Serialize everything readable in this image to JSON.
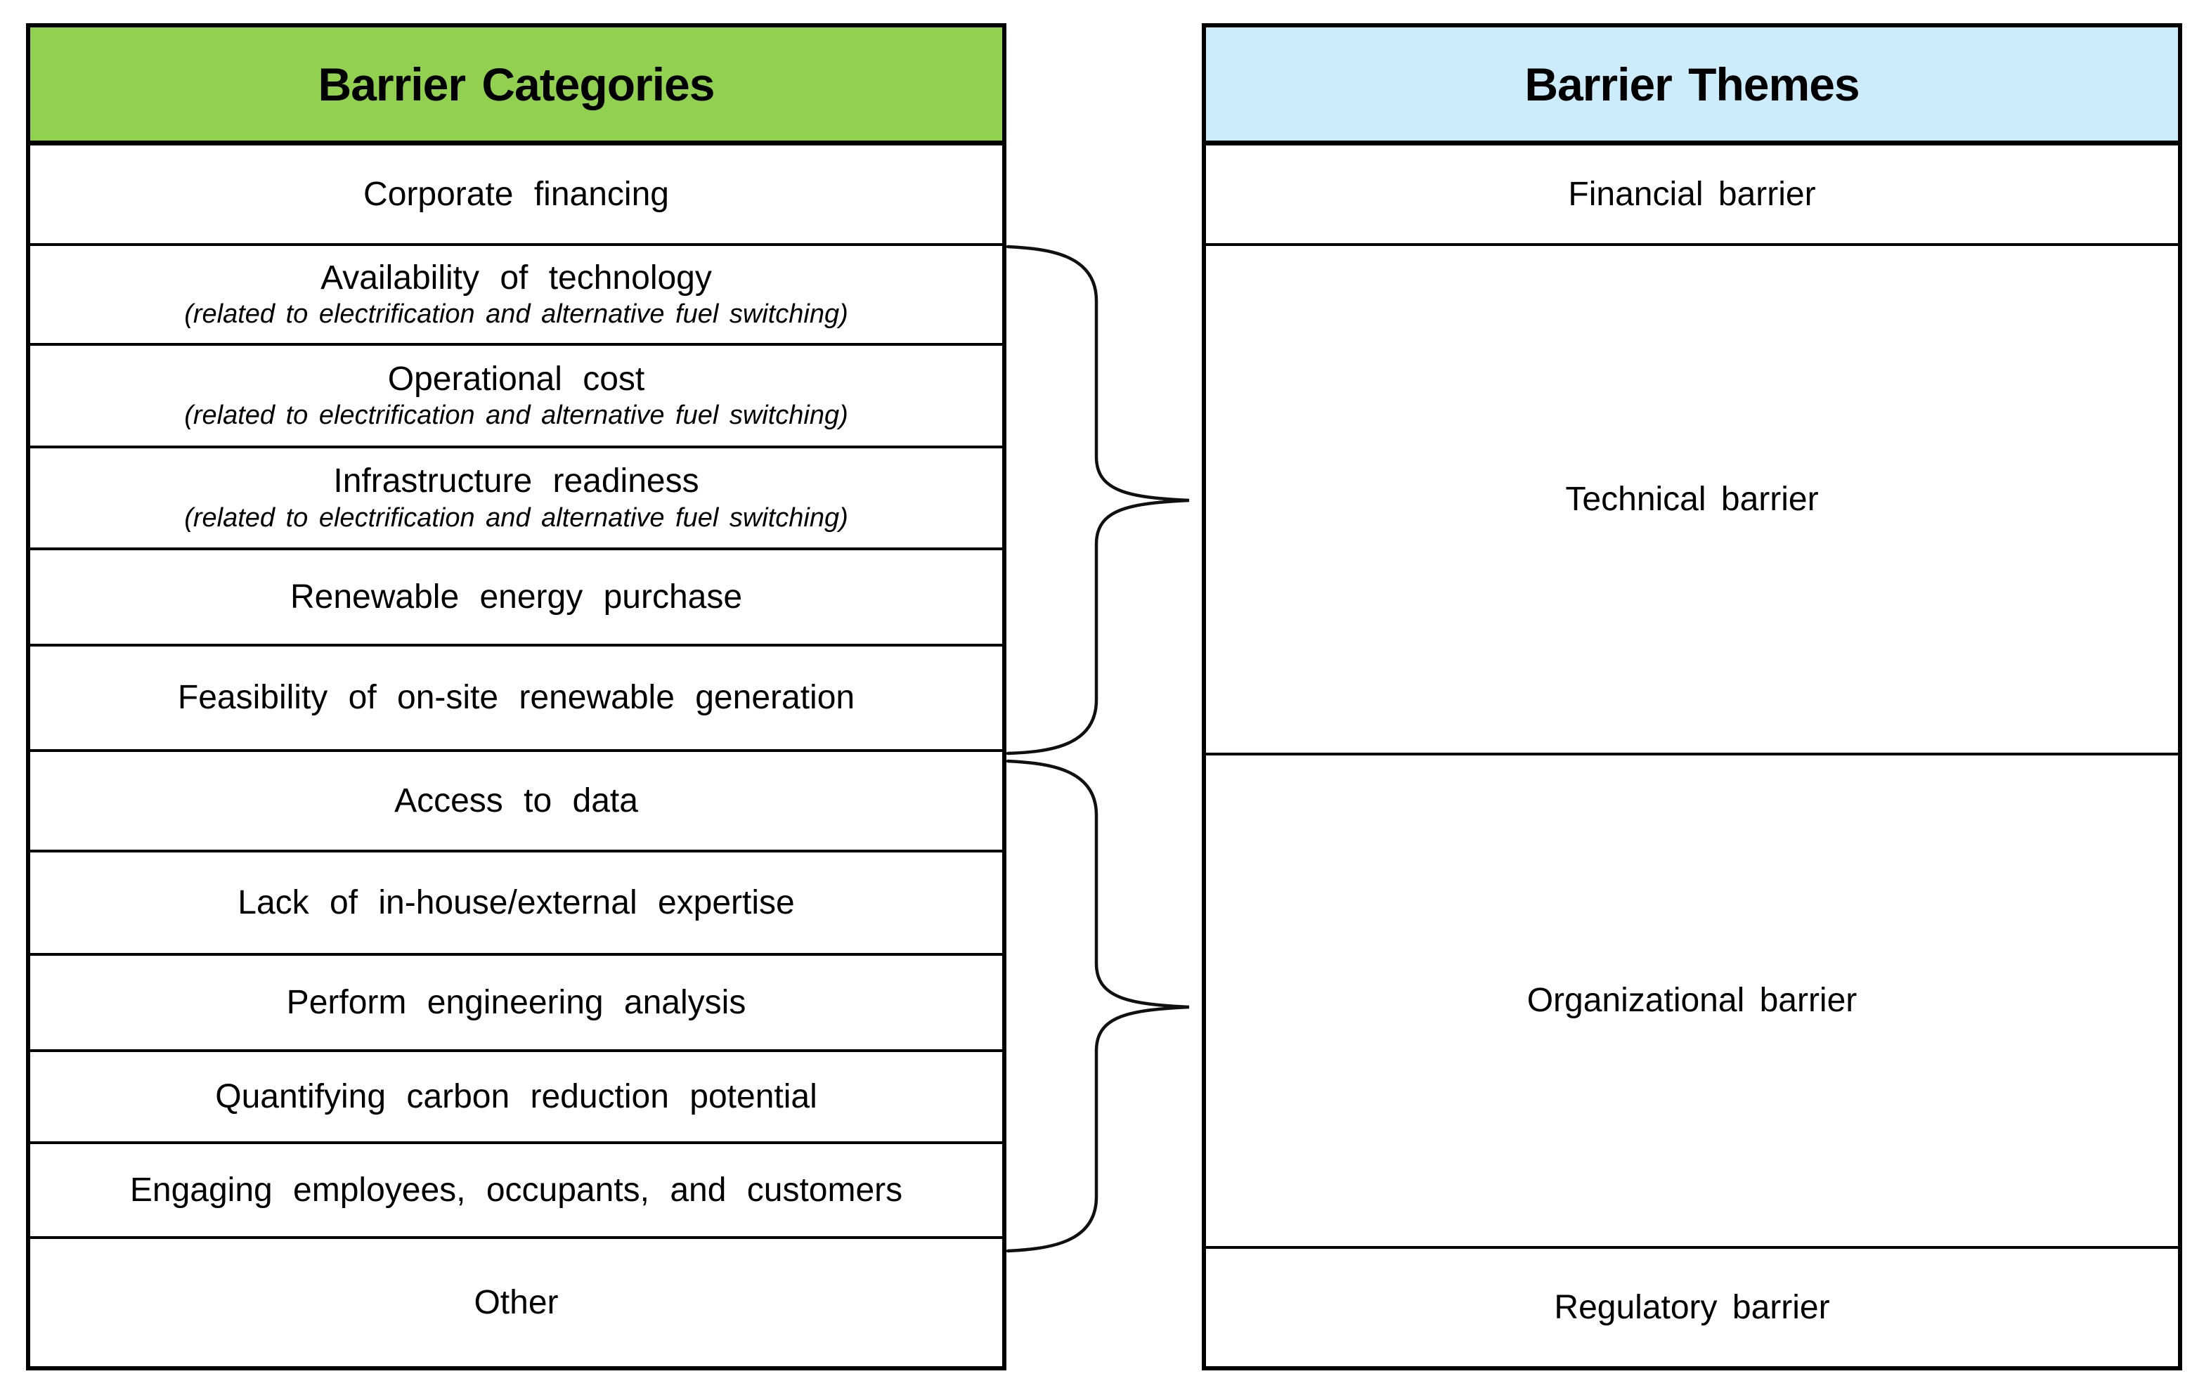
{
  "left_table": {
    "title": "Barrier Categories",
    "header_color": "#92d050",
    "rows": [
      {
        "label": "Corporate financing"
      },
      {
        "label": "Availability of technology",
        "note": "(related to electrification and alternative fuel switching)"
      },
      {
        "label": "Operational cost",
        "note": "(related to electrification and alternative fuel switching)"
      },
      {
        "label": "Infrastructure readiness",
        "note": "(related to electrification and alternative fuel switching)"
      },
      {
        "label": "Renewable energy purchase"
      },
      {
        "label": "Feasibility of on-site renewable generation"
      },
      {
        "label": "Access to data"
      },
      {
        "label": "Lack of in-house/external expertise"
      },
      {
        "label": "Perform engineering analysis"
      },
      {
        "label": "Quantifying carbon reduction potential"
      },
      {
        "label": "Engaging employees, occupants, and customers"
      },
      {
        "label": "Other"
      }
    ]
  },
  "right_table": {
    "title": "Barrier Themes",
    "header_color": "#cdecfb",
    "rows": [
      {
        "label": "Financial barrier"
      },
      {
        "label": "Technical barrier"
      },
      {
        "label": "Organizational barrier"
      },
      {
        "label": "Regulatory barrier"
      }
    ]
  },
  "connections": [
    {
      "theme": "Technical barrier",
      "grouped_categories": [
        "Availability of technology",
        "Operational cost",
        "Infrastructure readiness",
        "Renewable energy purchase",
        "Feasibility of on-site renewable generation"
      ]
    },
    {
      "theme": "Organizational barrier",
      "grouped_categories": [
        "Access to data",
        "Lack of in-house/external expertise",
        "Perform engineering analysis",
        "Quantifying carbon reduction potential",
        "Engaging employees, occupants, and customers"
      ]
    }
  ],
  "colors": {
    "categories_header": "#92d050",
    "themes_header": "#cdecfb",
    "border": "#000000",
    "text": "#000000",
    "background": "#ffffff"
  }
}
